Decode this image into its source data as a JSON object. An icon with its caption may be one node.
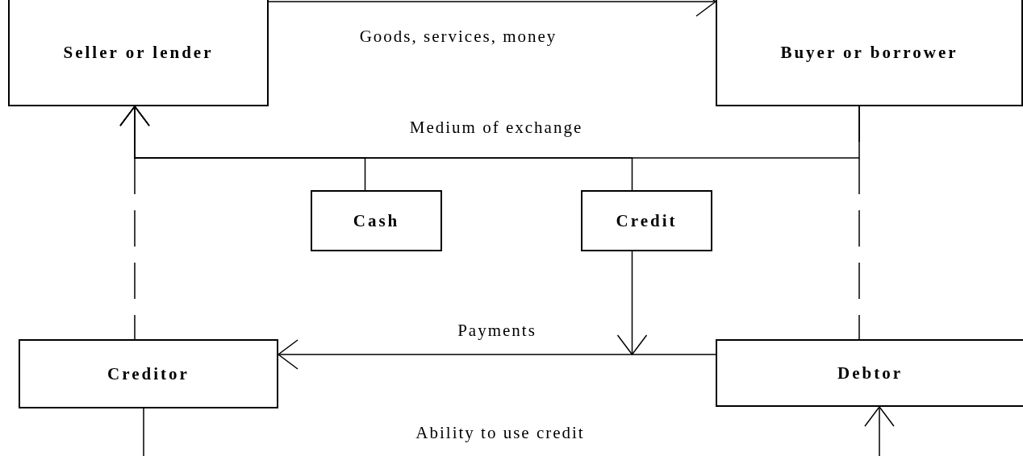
{
  "diagram": {
    "nodes": [
      {
        "text": [
          "Seller or lender"
        ]
      },
      {
        "text": [
          "Buyer or borrower"
        ]
      },
      {
        "text": [
          "Cash"
        ]
      },
      {
        "text": [
          "Credit"
        ]
      },
      {
        "text": [
          "Creditor"
        ]
      },
      {
        "text": [
          "Debtor"
        ]
      }
    ],
    "edges": [
      {
        "from": 0,
        "to": 1,
        "arrow": "to",
        "label": "Goods, services, money"
      },
      {
        "from": 1,
        "to": 0,
        "arrow": "to",
        "label": "Medium of exchange"
      },
      {
        "from": 2,
        "to": 0,
        "arrow": "to"
      },
      {
        "from": 3,
        "to": 0,
        "arrow": "to"
      },
      {
        "from": 0,
        "to": 4,
        "arrow": "none",
        "style": "dashed"
      },
      {
        "from": 1,
        "to": 5,
        "arrow": "none",
        "style": "dashed"
      },
      {
        "from": 5,
        "to": 4,
        "arrow": "to",
        "label": "Payments"
      },
      {
        "from": 3,
        "to": null,
        "arrow": "to"
      },
      {
        "from": 4,
        "to": 5,
        "arrow": "to",
        "label": "Ability to use credit"
      }
    ]
  }
}
